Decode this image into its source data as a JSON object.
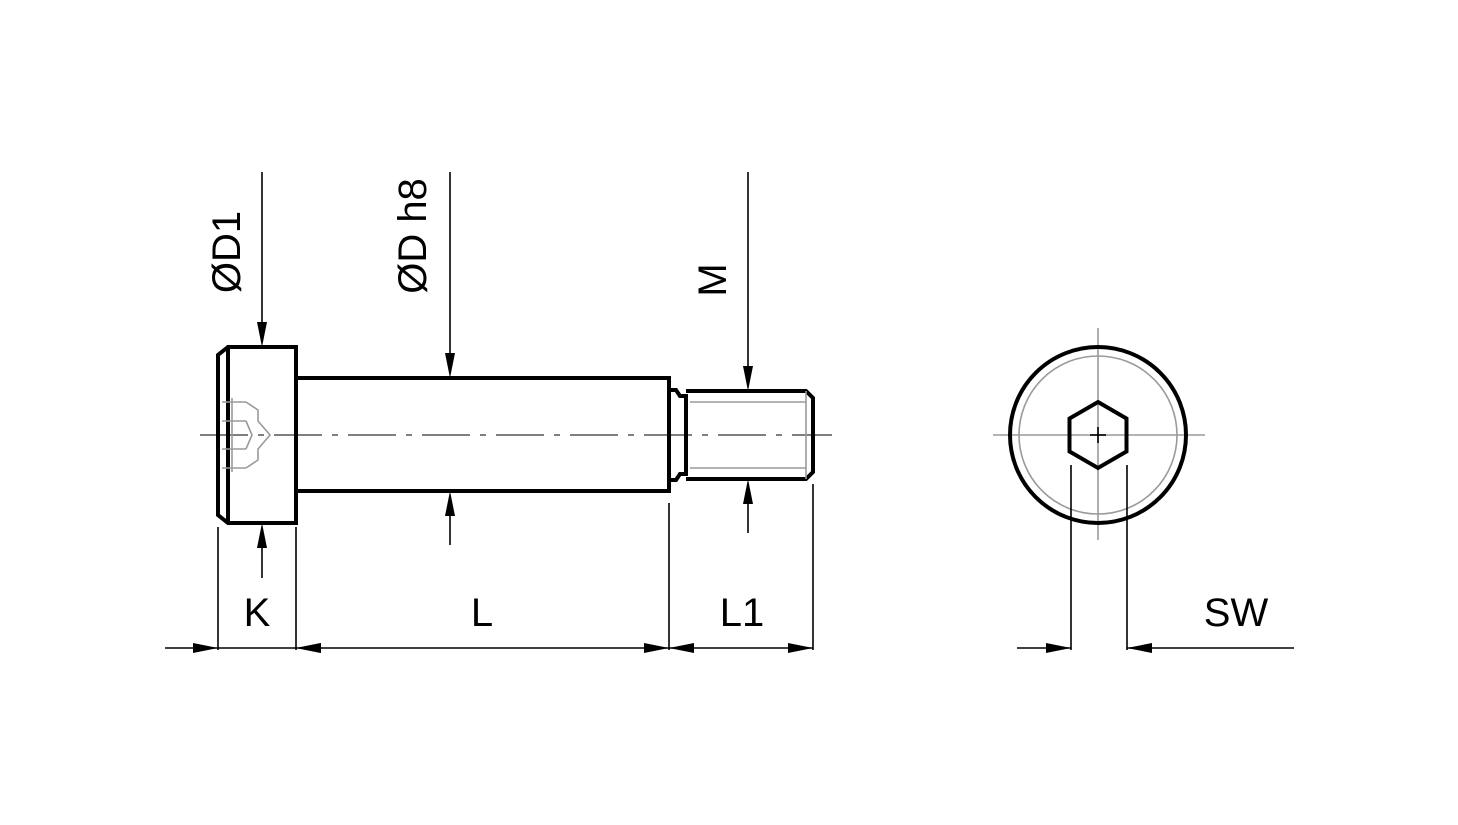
{
  "labels": {
    "head_diameter": "ØD1",
    "shaft_diameter": "ØD h8",
    "thread": "M",
    "head_length": "K",
    "shaft_length": "L",
    "thread_length": "L1",
    "socket_width": "SW"
  },
  "colors": {
    "outline": "#000000",
    "centerline": "#555555",
    "hidden_detail": "#9a9a9a",
    "background": "#ffffff"
  }
}
